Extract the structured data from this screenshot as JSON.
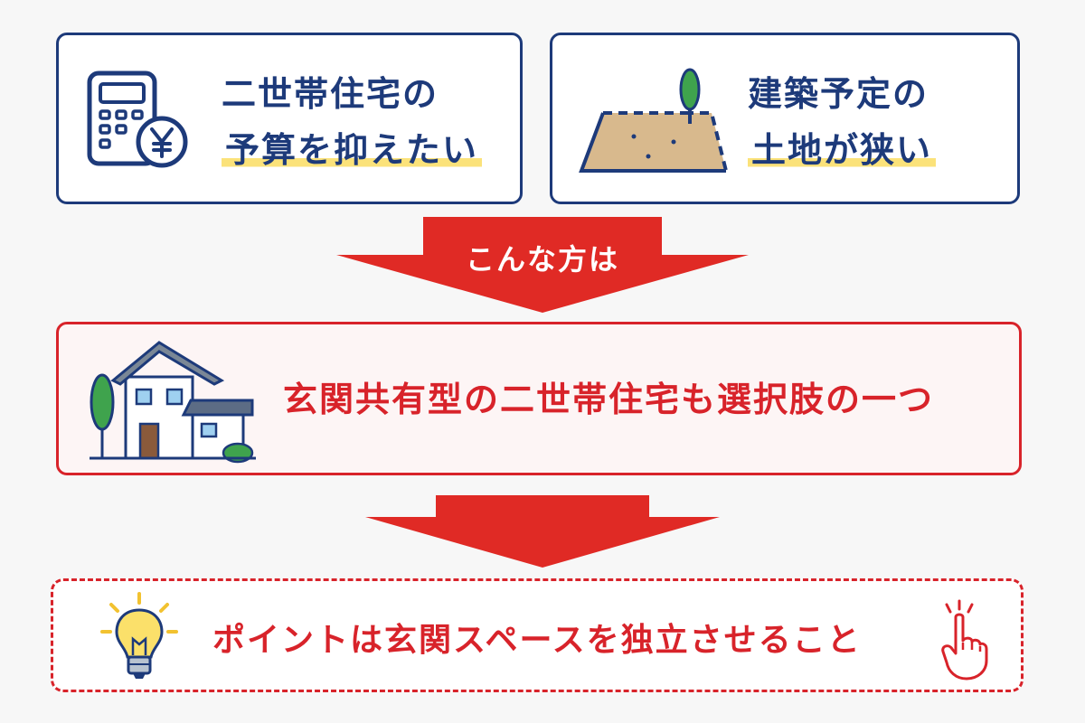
{
  "top_left": {
    "line1": "二世帯住宅の",
    "line2": "予算を抑えたい",
    "icon": "calculator-yen-icon"
  },
  "top_right": {
    "line1": "建築予定の",
    "line2": "土地が狭い",
    "icon": "land-plot-icon"
  },
  "arrow1": {
    "label": "こんな方は"
  },
  "middle": {
    "text": "玄関共有型の二世帯住宅も選択肢の一つ",
    "icon": "house-icon"
  },
  "bottom": {
    "text": "ポイントは玄関スペースを独立させること",
    "icon_left": "lightbulb-icon",
    "icon_right": "pointing-hand-icon"
  },
  "colors": {
    "navy": "#1d3a7a",
    "red": "#d8232a",
    "highlight": "#fbe27a"
  }
}
